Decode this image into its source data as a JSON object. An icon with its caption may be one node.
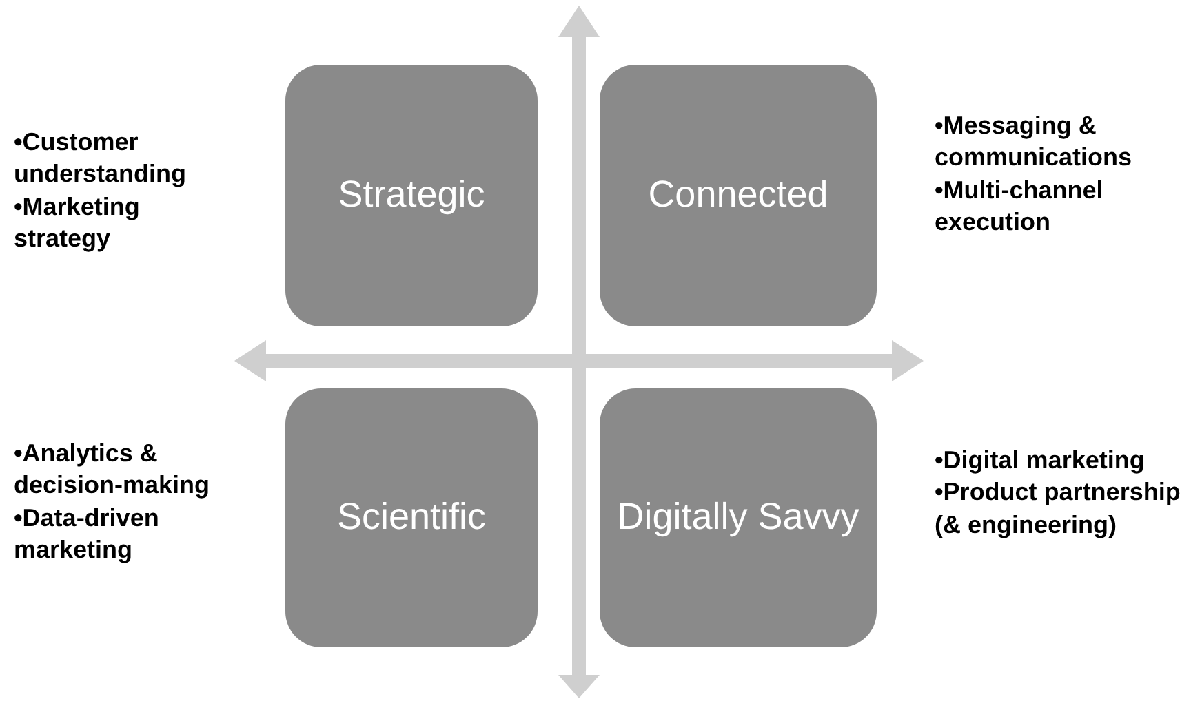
{
  "diagram": {
    "nodes": [
      {
        "text": [
          "Strategic"
        ],
        "beside": [
          "•Customer understanding",
          "•Marketing strategy"
        ]
      },
      {
        "text": [
          "Connected"
        ],
        "beside": [
          "•Messaging & communications",
          "•Multi-channel execution"
        ]
      },
      {
        "text": [
          "Scientific"
        ],
        "beside": [
          "•Analytics & decision-making",
          "•Data-driven marketing"
        ]
      },
      {
        "text": [
          "Digitally Savvy"
        ],
        "beside": [
          "•Digital marketing",
          "•Product partnership (& engineering)"
        ]
      }
    ],
    "edges": []
  }
}
